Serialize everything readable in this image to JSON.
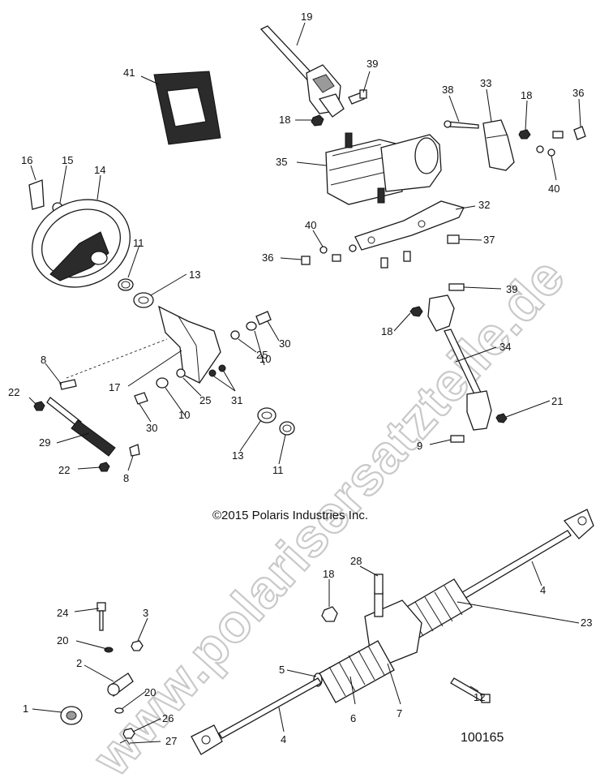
{
  "copyright": "©2015 Polaris Industries Inc.",
  "diagram_number": "100165",
  "watermark": "www.polarisersatzteile.de",
  "callouts": [
    {
      "id": "19",
      "label": "19"
    },
    {
      "id": "39a",
      "label": "39"
    },
    {
      "id": "41",
      "label": "41"
    },
    {
      "id": "18a",
      "label": "18"
    },
    {
      "id": "38",
      "label": "38"
    },
    {
      "id": "33",
      "label": "33"
    },
    {
      "id": "18b",
      "label": "18"
    },
    {
      "id": "36a",
      "label": "36"
    },
    {
      "id": "35",
      "label": "35"
    },
    {
      "id": "40a",
      "label": "40"
    },
    {
      "id": "16",
      "label": "16"
    },
    {
      "id": "15",
      "label": "15"
    },
    {
      "id": "14",
      "label": "14"
    },
    {
      "id": "32",
      "label": "32"
    },
    {
      "id": "40b",
      "label": "40"
    },
    {
      "id": "37",
      "label": "37"
    },
    {
      "id": "36b",
      "label": "36"
    },
    {
      "id": "11a",
      "label": "11"
    },
    {
      "id": "13a",
      "label": "13"
    },
    {
      "id": "39b",
      "label": "39"
    },
    {
      "id": "18c",
      "label": "18"
    },
    {
      "id": "30a",
      "label": "30"
    },
    {
      "id": "10a",
      "label": "10"
    },
    {
      "id": "25a",
      "label": "25"
    },
    {
      "id": "34",
      "label": "34"
    },
    {
      "id": "8a",
      "label": "8"
    },
    {
      "id": "17",
      "label": "17"
    },
    {
      "id": "25b",
      "label": "25"
    },
    {
      "id": "31",
      "label": "31"
    },
    {
      "id": "22a",
      "label": "22"
    },
    {
      "id": "21",
      "label": "21"
    },
    {
      "id": "30b",
      "label": "30"
    },
    {
      "id": "10b",
      "label": "10"
    },
    {
      "id": "29",
      "label": "29"
    },
    {
      "id": "13b",
      "label": "13"
    },
    {
      "id": "11b",
      "label": "11"
    },
    {
      "id": "9",
      "label": "9"
    },
    {
      "id": "22b",
      "label": "22"
    },
    {
      "id": "8b",
      "label": "8"
    },
    {
      "id": "28",
      "label": "28"
    },
    {
      "id": "18d",
      "label": "18"
    },
    {
      "id": "4a",
      "label": "4"
    },
    {
      "id": "24",
      "label": "24"
    },
    {
      "id": "3",
      "label": "3"
    },
    {
      "id": "23",
      "label": "23"
    },
    {
      "id": "20a",
      "label": "20"
    },
    {
      "id": "2",
      "label": "2"
    },
    {
      "id": "5",
      "label": "5"
    },
    {
      "id": "20b",
      "label": "20"
    },
    {
      "id": "12",
      "label": "12"
    },
    {
      "id": "1",
      "label": "1"
    },
    {
      "id": "6",
      "label": "6"
    },
    {
      "id": "7",
      "label": "7"
    },
    {
      "id": "26",
      "label": "26"
    },
    {
      "id": "4b",
      "label": "4"
    },
    {
      "id": "27",
      "label": "27"
    }
  ]
}
